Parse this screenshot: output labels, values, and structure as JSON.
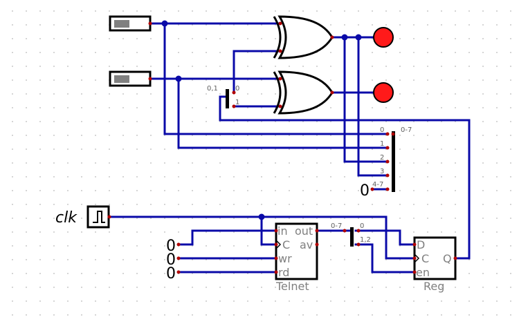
{
  "clock": {
    "label": "clk"
  },
  "constants": {
    "zero": "0"
  },
  "telnet": {
    "name": "Telnet",
    "pins": {
      "in": "in",
      "out": "out",
      "c": "C",
      "av": "av",
      "wr": "wr",
      "rd": "rd"
    }
  },
  "reg": {
    "name": "Reg",
    "pins": {
      "d": "D",
      "c": "C",
      "en": "en",
      "q": "Q"
    }
  },
  "splitter_top": {
    "in": "0,1",
    "a": "0",
    "b": "1"
  },
  "splitter_mid": {
    "in": "0-7",
    "a": "0",
    "b": "1,2"
  },
  "merger": {
    "out": "0-7",
    "b0": "0",
    "b1": "1",
    "b2": "2",
    "b3": "3",
    "b47": "4-7"
  },
  "colors": {
    "wire": "#0a0aa8",
    "led": "#ff1a1a",
    "pin": "#b00000"
  },
  "icons": [
    "switch-input",
    "clock-icon",
    "xor-gate",
    "led-output",
    "splitter"
  ]
}
